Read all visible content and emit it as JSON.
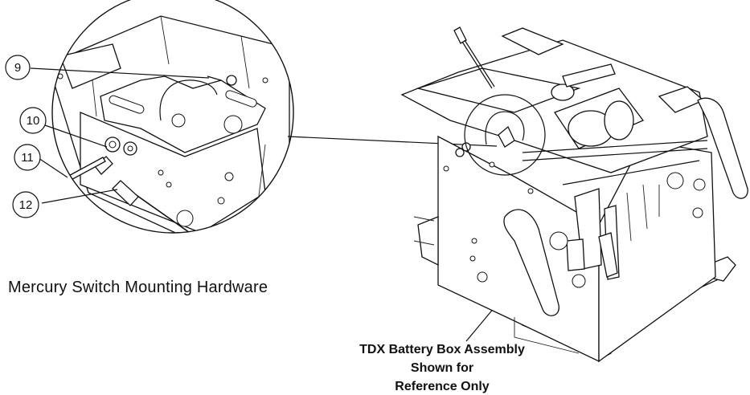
{
  "callouts": [
    {
      "id": "9",
      "label": "9"
    },
    {
      "id": "10",
      "label": "10"
    },
    {
      "id": "11",
      "label": "11"
    },
    {
      "id": "12",
      "label": "12"
    }
  ],
  "captions": {
    "detail": "Mercury Switch Mounting Hardware",
    "assembly_line1": "TDX Battery Box Assembly",
    "assembly_line2": "Shown for",
    "assembly_line3": "Reference Only"
  }
}
